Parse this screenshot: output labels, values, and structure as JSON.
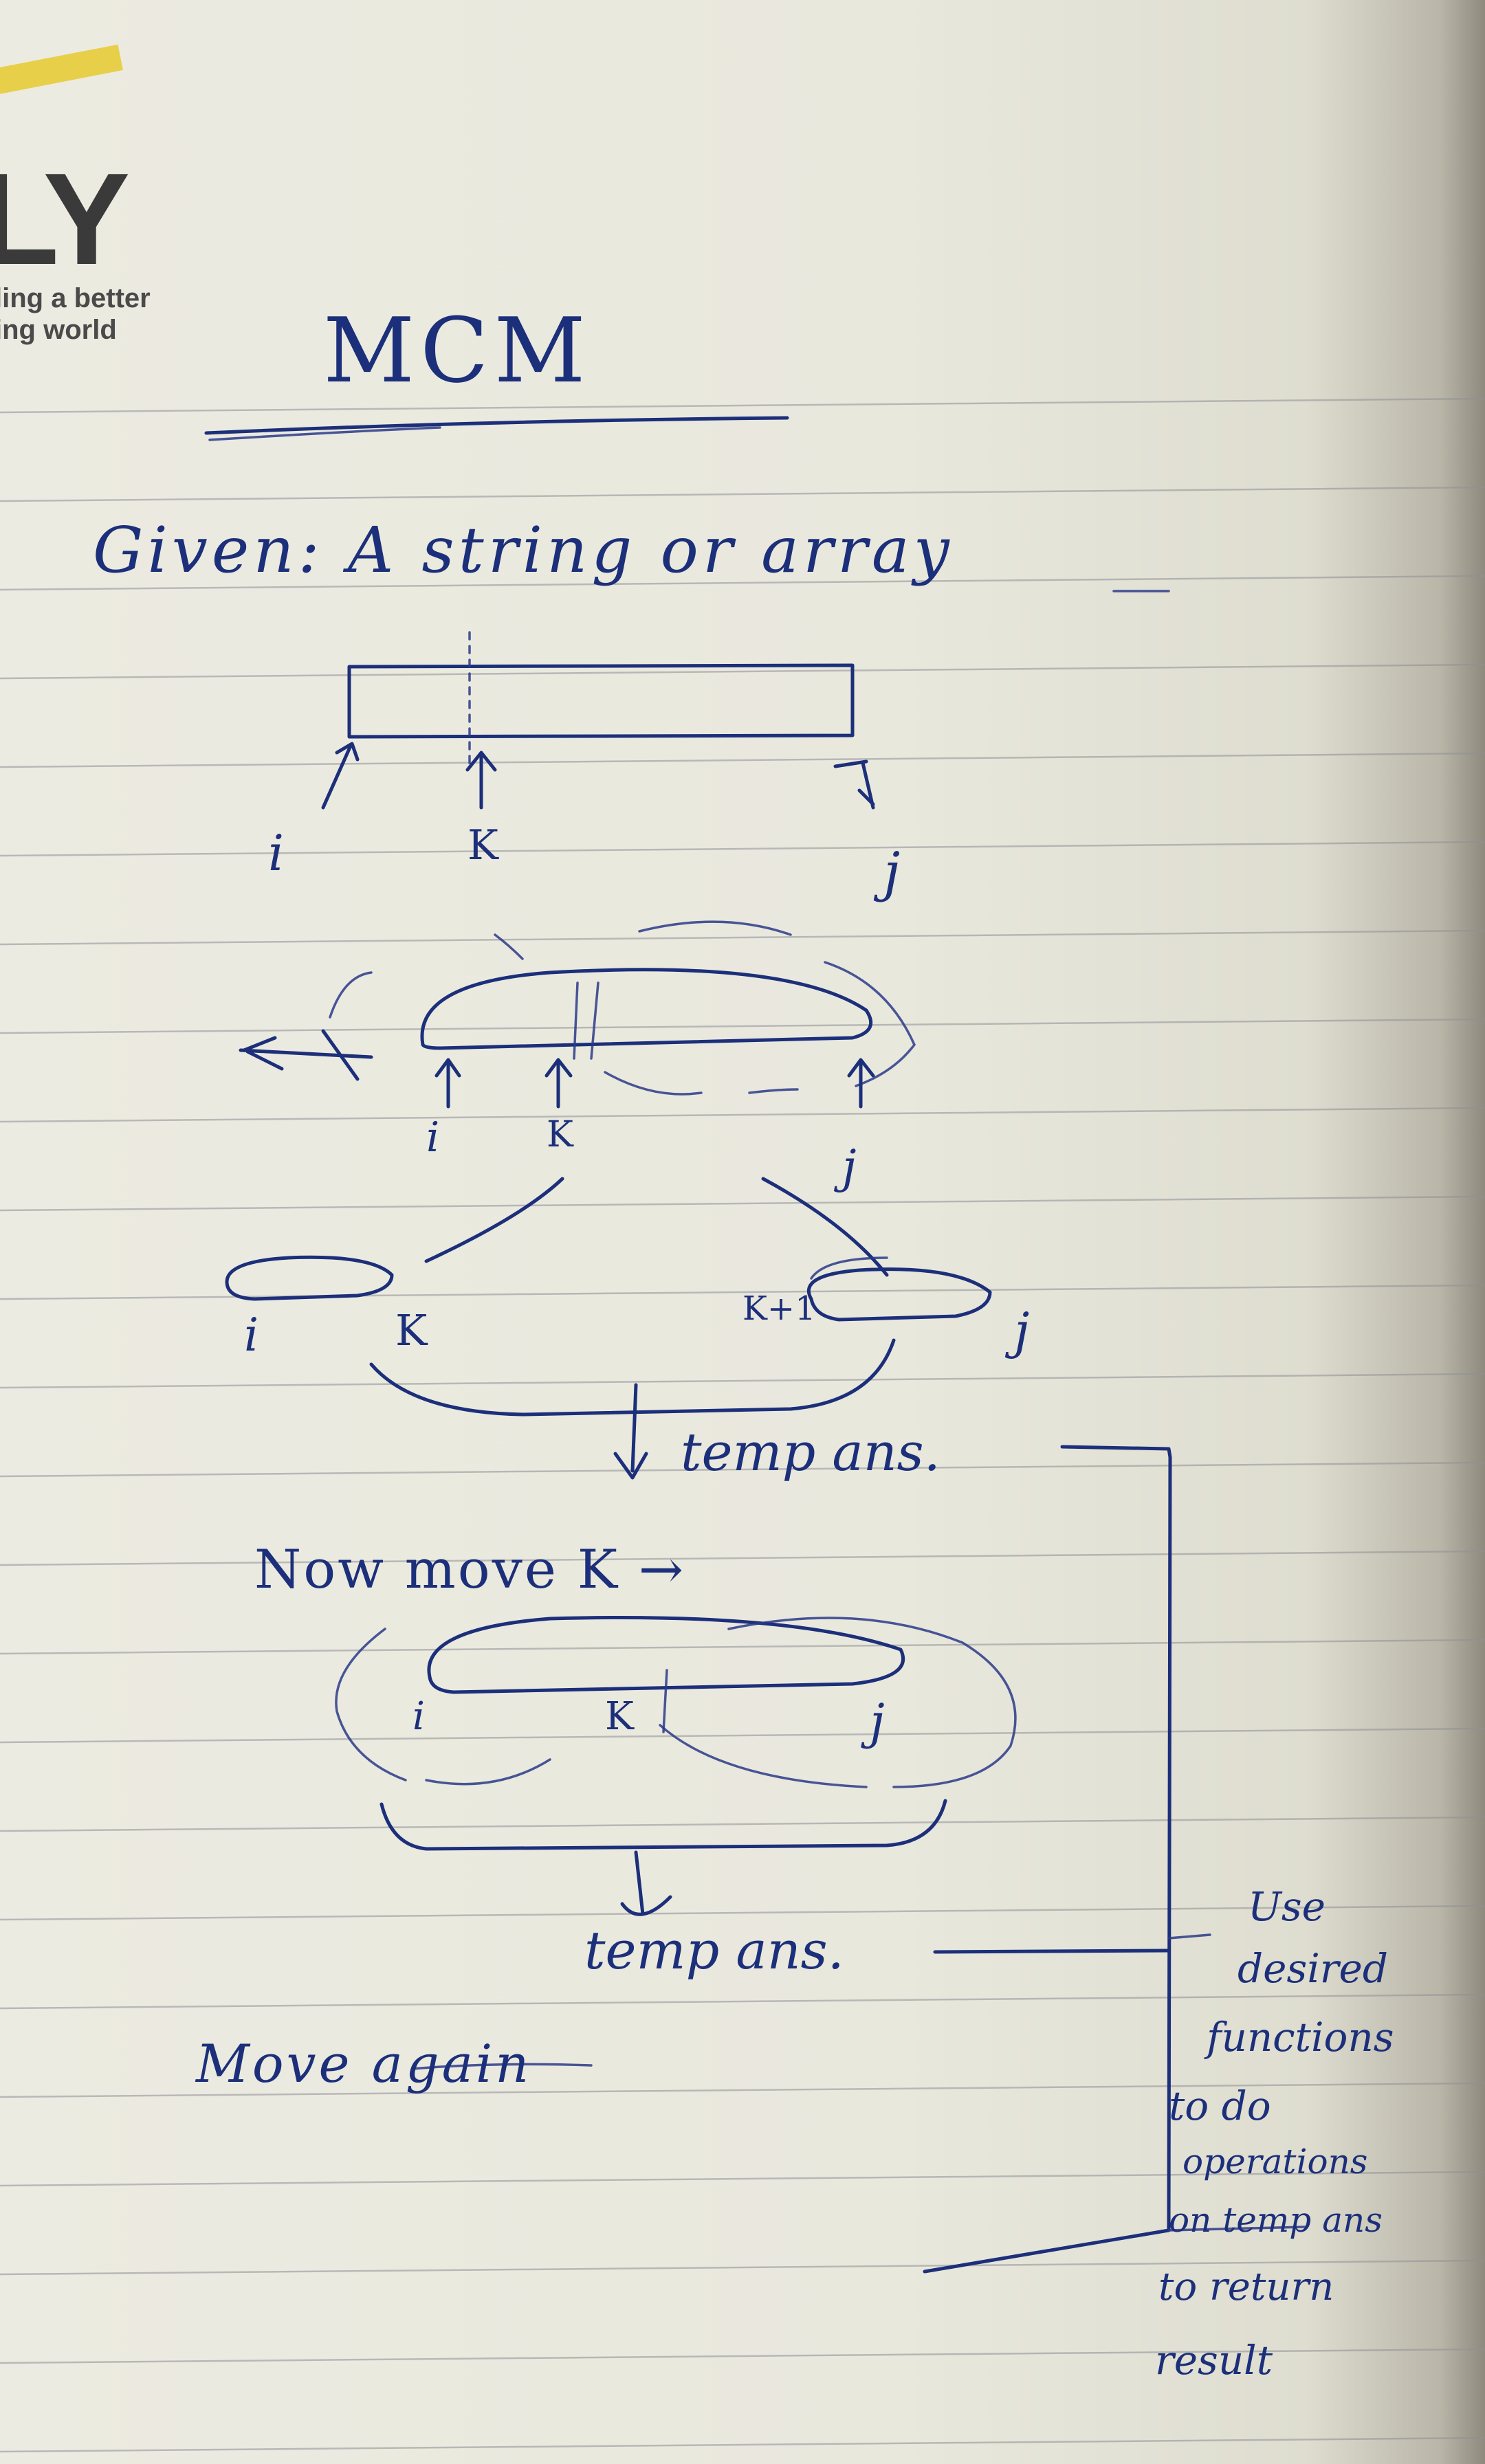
{
  "logo": {
    "letters": "LY",
    "tagline_1": "ling a better",
    "tagline_2": "ing world",
    "accent_color": "#e8cf4a"
  },
  "page": {
    "title": "MCM",
    "given_line": "Given: A string or array",
    "ink_color": "#1c2f7a",
    "paper_color": "#ecebe1"
  },
  "diagram1": {
    "label_i": "i",
    "label_k": "K",
    "label_j": "j"
  },
  "diagram2": {
    "label_i": "i",
    "label_k": "K",
    "label_j": "j"
  },
  "split": {
    "left_i": "i",
    "left_k": "K",
    "right_k1": "K+1",
    "right_j": "j",
    "temp_ans_1": "temp ans."
  },
  "step2": {
    "heading": "Now move K →",
    "label_i": "i",
    "label_k": "K",
    "label_j": "j",
    "temp_ans_2": "temp ans."
  },
  "step3": {
    "heading": "Move again"
  },
  "side_note": {
    "lines": [
      "Use",
      "desired",
      "functions",
      "to do",
      "operations",
      "on temp ans",
      "to return",
      "result"
    ]
  }
}
